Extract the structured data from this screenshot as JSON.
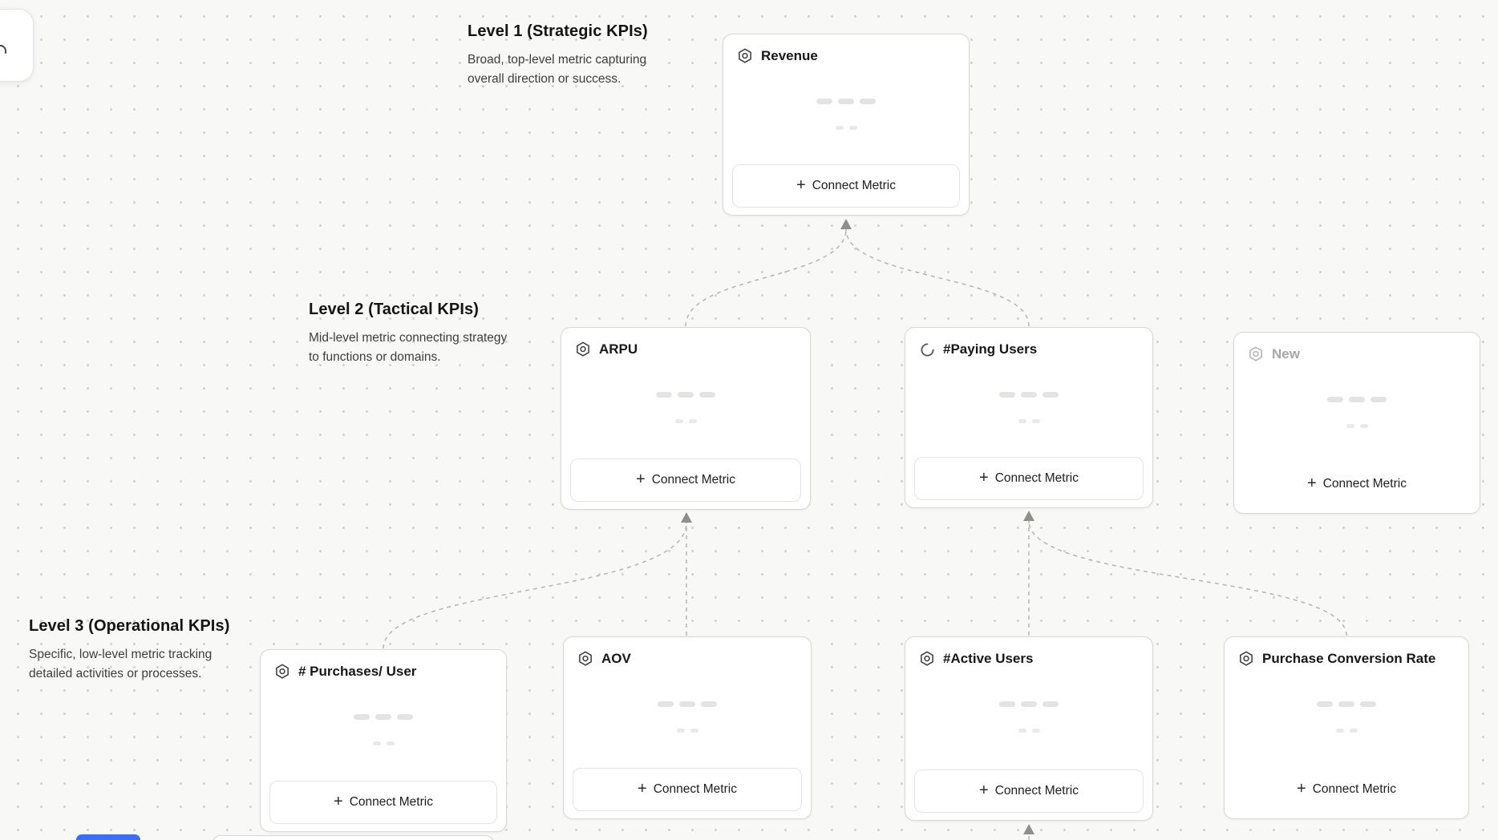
{
  "levels": [
    {
      "title": "Level 1 (Strategic KPIs)",
      "description": "Broad, top-level metric capturing overall direction or success."
    },
    {
      "title": "Level 2 (Tactical KPIs)",
      "description": "Mid-level metric connecting strategy to functions or domains."
    },
    {
      "title": "Level 3 (Operational KPIs)",
      "description": "Specific, low-level metric tracking detailed activities or processes."
    }
  ],
  "cards": [
    {
      "title": "Revenue",
      "icon": "metric-hexagon-icon",
      "button_label": "Connect Metric",
      "state": "default"
    },
    {
      "title": "ARPU",
      "icon": "metric-hexagon-icon",
      "button_label": "Connect Metric",
      "state": "default"
    },
    {
      "title": "#Paying Users",
      "icon": "spinner-icon",
      "button_label": "Connect Metric",
      "state": "loading"
    },
    {
      "title": "New",
      "icon": "metric-hexagon-icon",
      "button_label": "Connect Metric",
      "state": "draft"
    },
    {
      "title": "# Purchases/ User",
      "icon": "metric-hexagon-icon",
      "button_label": "Connect Metric",
      "state": "default"
    },
    {
      "title": "AOV",
      "icon": "metric-hexagon-icon",
      "button_label": "Connect Metric",
      "state": "default"
    },
    {
      "title": "#Active Users",
      "icon": "metric-hexagon-icon",
      "button_label": "Connect Metric",
      "state": "default"
    },
    {
      "title": "Purchase Conversion Rate",
      "icon": "metric-hexagon-icon",
      "button_label": "Connect Metric",
      "state": "default"
    }
  ],
  "icons": {
    "plus": "+",
    "corner_partial": "undo-arc-icon"
  },
  "colors": {
    "canvas_background": "#f8f8f7",
    "dot_grid": "#d2d2d0",
    "connector": "#b5b5b2",
    "accent_blue": "#3b6ef6"
  }
}
